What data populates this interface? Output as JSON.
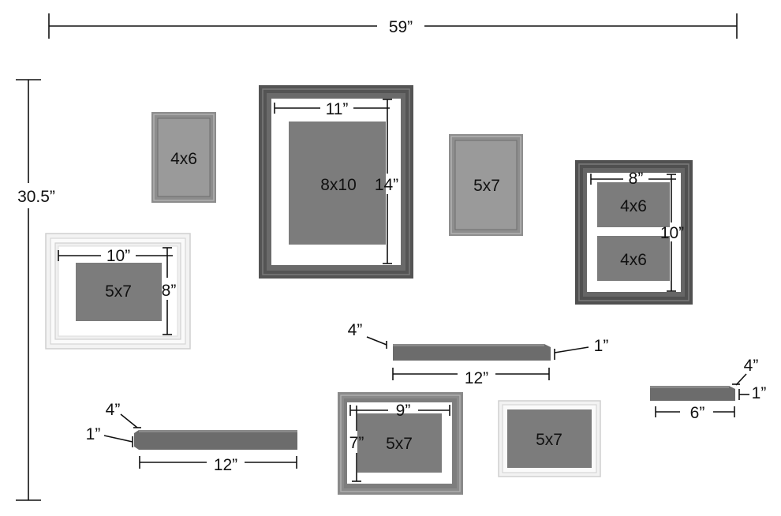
{
  "overall": {
    "width": "59”",
    "height": "30.5”"
  },
  "frames": {
    "f1": {
      "photo": "4x6"
    },
    "f2": {
      "photo": "8x10",
      "mat_width": "11”",
      "mat_height": "14”"
    },
    "f3": {
      "photo": "5x7"
    },
    "f4": {
      "photo_top": "4x6",
      "photo_bottom": "4x6",
      "mat_width": "8”",
      "mat_height": "10”"
    },
    "f5": {
      "photo": "5x7",
      "mat_width": "10”",
      "mat_height": "8”"
    },
    "f6": {
      "photo": "5x7",
      "mat_width": "9”",
      "mat_height": "7”"
    },
    "f7": {
      "photo": "5x7"
    }
  },
  "shelves": {
    "s1": {
      "depth": "4”",
      "thickness": "1”",
      "length": "12”"
    },
    "s2": {
      "depth": "4”",
      "thickness": "1”",
      "length": "12”"
    },
    "s3": {
      "depth": "4”",
      "thickness": "1”",
      "length": "6”"
    }
  },
  "colors": {
    "dark_frame": "#5a5a5a",
    "gray_frame": "#8c8c8c",
    "white_frame": "#f4f4f4",
    "photo": "#7c7c7c",
    "shelf": "#6e6e6e"
  }
}
